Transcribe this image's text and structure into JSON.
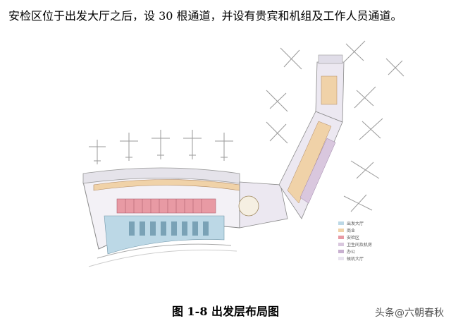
{
  "document": {
    "intro_text": "安检区位于出发大厅之后，设 30 根通道，并设有贵宾和机组及工作人员通道。",
    "figure_caption": "图 1-8 出发层布局图",
    "watermark": "头条@六朝春秋"
  },
  "plan_legend": [
    {
      "label": "出发大厅",
      "color": "#bcd8e6"
    },
    {
      "label": "商业",
      "color": "#f0d2a8"
    },
    {
      "label": "安检区",
      "color": "#e89aa4"
    },
    {
      "label": "卫生间及机房",
      "color": "#d9c7de"
    },
    {
      "label": "办公",
      "color": "#c8b0d0"
    },
    {
      "label": "候机大厅",
      "color": "#e8e3ef"
    }
  ]
}
